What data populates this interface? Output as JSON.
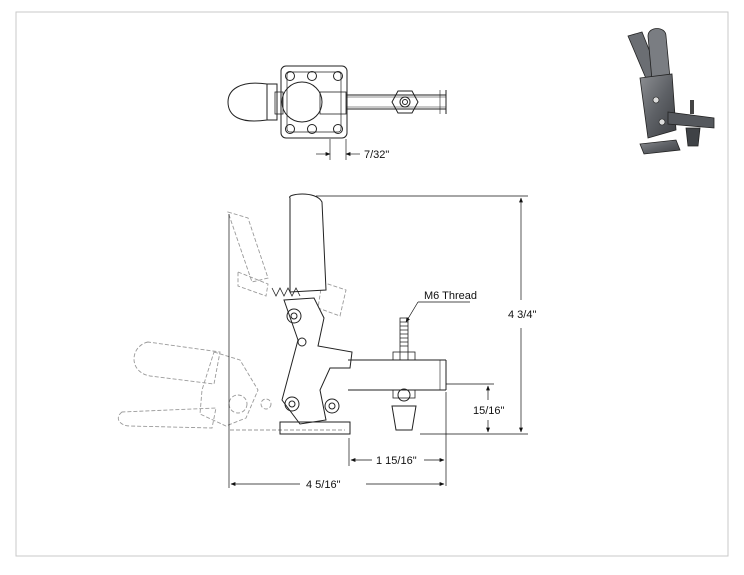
{
  "drawing": {
    "callouts": {
      "offset": "7/32\"",
      "thread": "M6 Thread",
      "overall_height": "4 3/4\"",
      "spindle_height": "15/16\"",
      "reach": "1 15/16\"",
      "overall_length": "4 5/16\""
    }
  }
}
